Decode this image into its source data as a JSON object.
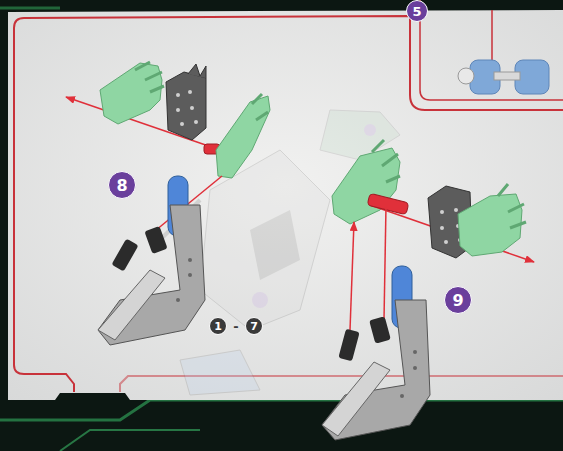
{
  "diagram": {
    "labels": [
      "5",
      "8",
      "9",
      "1",
      "-",
      "7"
    ]
  }
}
